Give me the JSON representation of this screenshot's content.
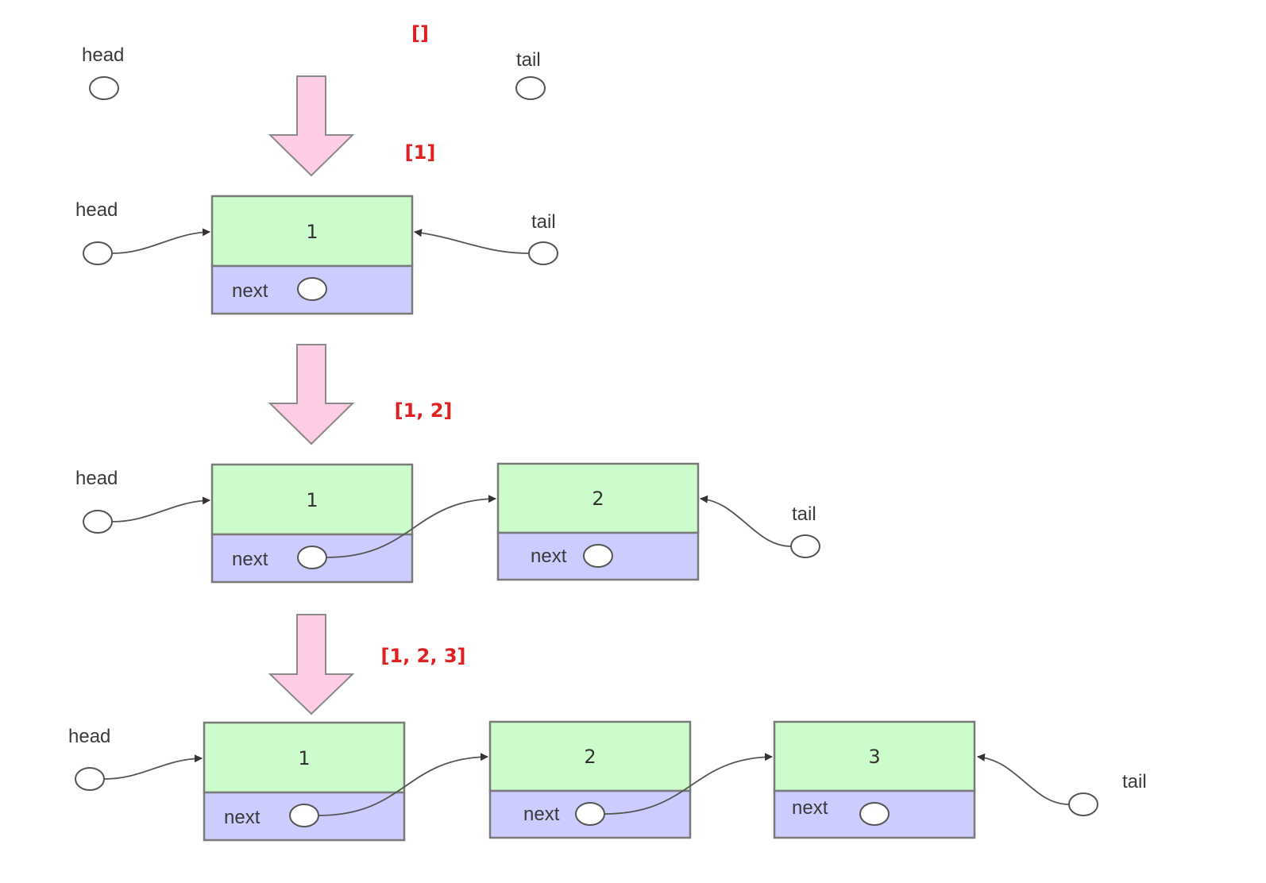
{
  "colors": {
    "value_fill": "#ccfccb",
    "next_fill": "#ccccff",
    "down_arrow_fill": "#ffcce5",
    "state_text": "#e02020"
  },
  "labels": {
    "head": "head",
    "tail": "tail",
    "next": "next"
  },
  "stages": [
    {
      "state": "[]",
      "values": []
    },
    {
      "state": "[1]",
      "values": [
        "1"
      ]
    },
    {
      "state": "[1, 2]",
      "values": [
        "1",
        "2"
      ]
    },
    {
      "state": "[1, 2, 3]",
      "values": [
        "1",
        "2",
        "3"
      ]
    }
  ]
}
